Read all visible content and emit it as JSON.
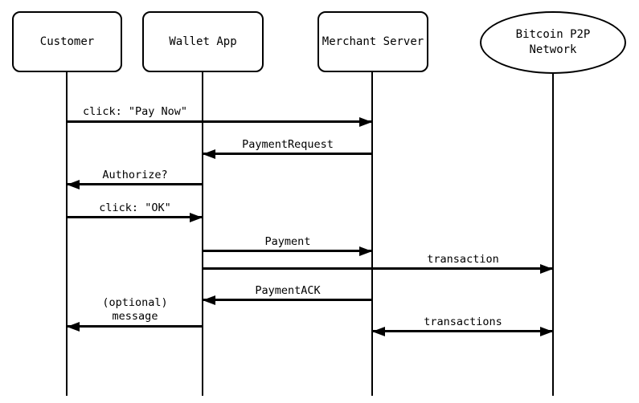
{
  "diagram_type": "sequence-diagram",
  "colors": {
    "stroke": "#000000",
    "background": "#ffffff"
  },
  "participants": [
    {
      "id": "customer",
      "label": "Customer",
      "shape": "rounded-rect"
    },
    {
      "id": "wallet-app",
      "label": "Wallet App",
      "shape": "rounded-rect"
    },
    {
      "id": "merchant-server",
      "label": "Merchant Server",
      "shape": "rounded-rect"
    },
    {
      "id": "bitcoin-p2p-network",
      "label": "Bitcoin P2P\nNetwork",
      "shape": "ellipse"
    }
  ],
  "messages": [
    {
      "label": "click: \"Pay Now\"",
      "from": "Customer",
      "to": "Merchant Server",
      "direction": "right"
    },
    {
      "label": "PaymentRequest",
      "from": "Merchant Server",
      "to": "Wallet App",
      "direction": "left"
    },
    {
      "label": "Authorize?",
      "from": "Wallet App",
      "to": "Customer",
      "direction": "left"
    },
    {
      "label": "click: \"OK\"",
      "from": "Customer",
      "to": "Wallet App",
      "direction": "right"
    },
    {
      "label": "Payment",
      "from": "Wallet App",
      "to": "Merchant Server",
      "direction": "right"
    },
    {
      "label": "transaction",
      "from": "Wallet App",
      "to": "Bitcoin P2P Network",
      "direction": "right"
    },
    {
      "label": "PaymentACK",
      "from": "Merchant Server",
      "to": "Wallet App",
      "direction": "left"
    },
    {
      "label": "(optional)\nmessage",
      "from": "Wallet App",
      "to": "Customer",
      "direction": "left"
    },
    {
      "label": "transactions",
      "from": "Merchant Server",
      "to": "Bitcoin P2P Network",
      "direction": "both"
    }
  ]
}
